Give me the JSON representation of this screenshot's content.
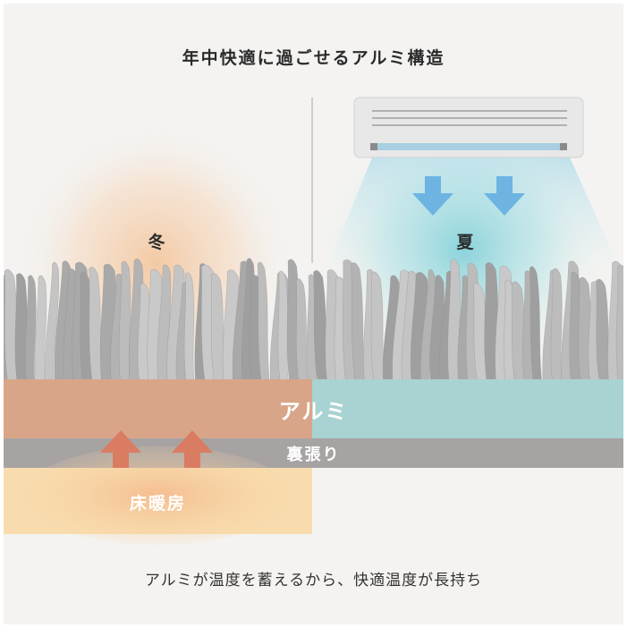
{
  "title": "年中快適に過ごせるアルミ構造",
  "winter_label": "冬",
  "summer_label": "夏",
  "layers": {
    "aluminum": "アルミ",
    "backing": "裏張り",
    "floor_heating": "床暖房"
  },
  "caption": "アルミが温度を蓄えるから、快適温度が長持ち",
  "icons": {
    "air_conditioner": "air-conditioner-icon",
    "cool_air_arrow": "arrow-down-icon",
    "heat_arrow": "arrow-up-icon"
  },
  "colors": {
    "background": "#f4f3f1",
    "warm_layer": "#d9a588",
    "cool_layer": "#a8d3d2",
    "backing": "#a8a3a3",
    "floor_heating": "#f8dcad",
    "heat_arrow": "#d97c61",
    "cool_arrow": "#6db4e2",
    "pile": "#bdbdbd"
  }
}
